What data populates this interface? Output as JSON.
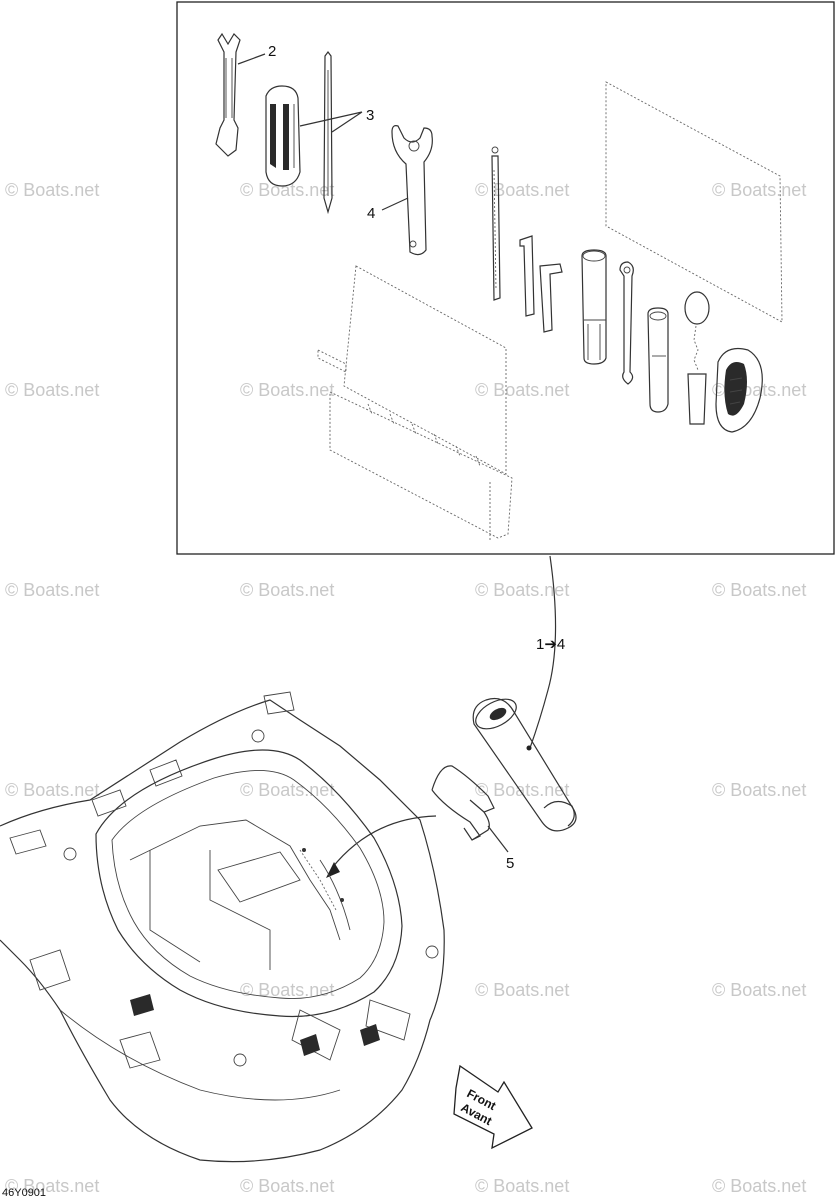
{
  "callouts": {
    "c1": "2",
    "c2": "3",
    "c3": "4",
    "c4": "1➔4",
    "c5": "5"
  },
  "front_arrow": {
    "line1": "Front",
    "line2": "Avant"
  },
  "diagram_code": "46Y0901",
  "watermark": "© Boats.net"
}
